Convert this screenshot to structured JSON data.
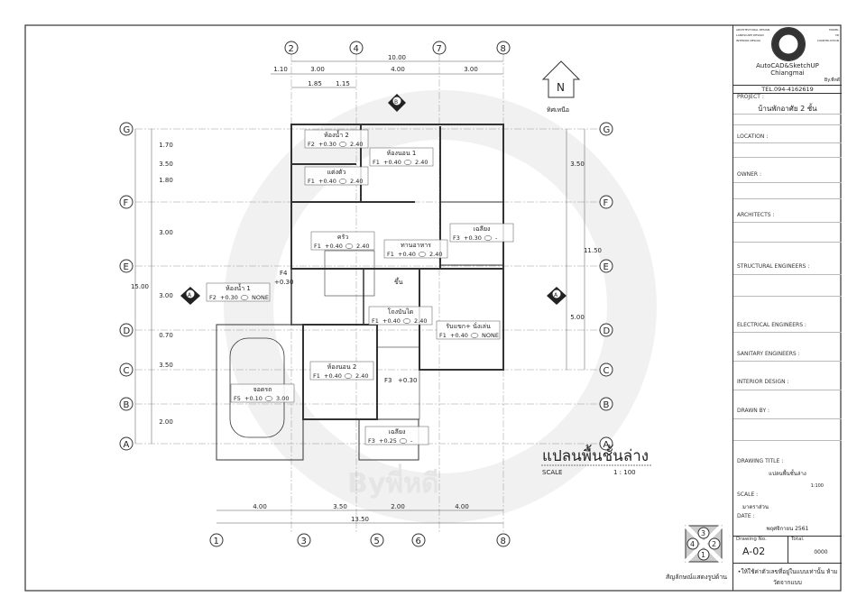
{
  "drawing": {
    "title": "แปลนพื้นชั้นล่าง",
    "scale_label": "SCALE",
    "scale_value": "1  :  100",
    "north_label": "ทิศเหนือ",
    "section_marker": "A",
    "section_marker_b": "B",
    "stair_up_label": "ขึ้น",
    "watermark": "AutoCAD&SketchUP Chiangmai",
    "watermark_by": "Byพี่หดี",
    "view_symbol_label": "สัญลักษณ์แสดงรูปด้าน",
    "view_symbol_numbers": [
      "3",
      "2",
      "1",
      "4"
    ],
    "grid_columns": [
      {
        "label": "2",
        "pos": "top"
      },
      {
        "label": "4",
        "pos": "top"
      },
      {
        "label": "7",
        "pos": "top"
      },
      {
        "label": "8",
        "pos": "top"
      },
      {
        "label": "1",
        "pos": "bottom"
      },
      {
        "label": "3",
        "pos": "bottom"
      },
      {
        "label": "5",
        "pos": "bottom"
      },
      {
        "label": "6",
        "pos": "bottom"
      },
      {
        "label": "8",
        "pos": "bottom"
      }
    ],
    "grid_rows": [
      "G",
      "F",
      "E",
      "D",
      "C",
      "B",
      "A"
    ],
    "dimensions": {
      "top_total": "10.00",
      "top_segments": [
        "1.10",
        "3.00",
        "4.00",
        "3.00"
      ],
      "top_sub": [
        "1.85",
        "1.15"
      ],
      "bottom_segments": [
        "4.00",
        "3.50",
        "2.00",
        "4.00"
      ],
      "bottom_total": "13.50",
      "left_segments": [
        "1.70",
        "3.50",
        "1.80",
        "3.00",
        "3.00",
        "0.70",
        "3.50",
        "2.00"
      ],
      "left_total": "15.00",
      "right_segments": [
        "3.50",
        "5.00"
      ],
      "right_total": "11.50",
      "f4_label": "F4",
      "f4_level": "+0.30"
    },
    "rooms": [
      {
        "name": "ห้องน้ำ 2",
        "floor": "F2",
        "level": "+0.30",
        "ceiling": "2.40"
      },
      {
        "name": "ห้องนอน 1",
        "floor": "F1",
        "level": "+0.40",
        "ceiling": "2.40"
      },
      {
        "name": "แต่งตัว",
        "floor": "F1",
        "level": "+0.40",
        "ceiling": "2.40"
      },
      {
        "name": "ครัว",
        "floor": "F1",
        "level": "+0.40",
        "ceiling": "2.40"
      },
      {
        "name": "ทานอาหาร",
        "floor": "F1",
        "level": "+0.40",
        "ceiling": "2.40"
      },
      {
        "name": "เฉลียง",
        "floor": "F3",
        "level": "+0.30",
        "ceiling": "-"
      },
      {
        "name": "ห้องน้ำ 1",
        "floor": "F2",
        "level": "+0.30",
        "ceiling": "NONE"
      },
      {
        "name": "โถงบันได",
        "floor": "F1",
        "level": "+0.40",
        "ceiling": "2.40"
      },
      {
        "name": "รับแขก+ นั่งเล่น",
        "floor": "F1",
        "level": "+0.40",
        "ceiling": "NONE"
      },
      {
        "name": "ห้องนอน 2",
        "floor": "F1",
        "level": "+0.40",
        "ceiling": "2.40"
      },
      {
        "name": "จอดรถ",
        "floor": "F5",
        "level": "+0.10",
        "ceiling": "3.00"
      },
      {
        "name": "เฉลียง",
        "floor": "F3",
        "level": "+0.25",
        "ceiling": "-"
      }
    ],
    "ramp_label": {
      "floor": "F3",
      "level": "+0.30"
    }
  },
  "title_block": {
    "logo_side_left": [
      "ARCHITECTURAL DESIGN",
      "LANDSCAPE DESIGN",
      "INTERIOR DESIGN"
    ],
    "logo_side_right": [
      "MODEL",
      "3D",
      "CONSTRUCTION"
    ],
    "company": "AutoCAD&SketchUP",
    "company_city": "Chiangmai",
    "by": "By.พี่หดี",
    "tel": "TEL.094-4162619",
    "project_label": "PROJECT :",
    "project_value": "บ้านพักอาศัย 2 ชั้น",
    "location_label": "LOCATION :",
    "owner_label": "OWNER :",
    "architects_label": "ARCHITECTS :",
    "structural_label": "STRUCTURAL ENGINEERS :",
    "electrical_label": "ELECTRICAL ENGINEERS :",
    "sanitary_label": "SANITARY ENGINEERS :",
    "interior_label": "INTERIOR DESIGN :",
    "drawn_label": "DRAWN BY :",
    "drawing_title_label": "DRAWING TITLE :",
    "drawing_title_value": "แปลนพื้นชั้นล่าง",
    "scale_value": "1:100",
    "scale_label": "SCALE :",
    "scale_thai": "มาตราส่วน",
    "date_label": "DATE :",
    "date_value": "พฤศจิกายน 2561",
    "drawing_no_label": "Drawing No.",
    "drawing_no": "A-02",
    "total_label": "Total.",
    "total_value": "0000",
    "note": "•ให้ใช้ค่าตัวเลขที่อยู่ในแบบเท่านั้น ห้ามวัดจากแบบ"
  }
}
